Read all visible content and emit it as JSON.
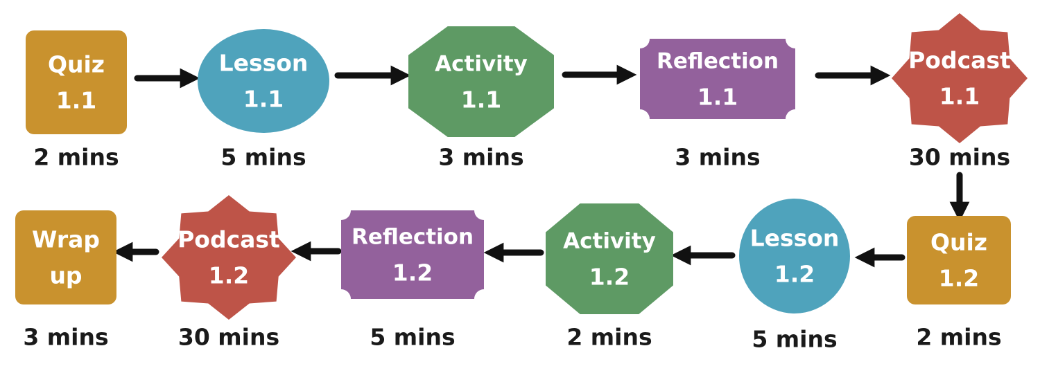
{
  "colors": {
    "quiz": "#C9922E",
    "lesson": "#4FA3BC",
    "activity": "#5E9A64",
    "reflection": "#93619C",
    "podcast": "#BE5448",
    "arrow": "#111111"
  },
  "nodes": [
    {
      "id": "quiz-1-1",
      "shape": "rounded-square",
      "color_key": "quiz",
      "line1": "Quiz",
      "line2": "1.1",
      "duration": "2 mins"
    },
    {
      "id": "lesson-1-1",
      "shape": "ellipse",
      "color_key": "lesson",
      "line1": "Lesson",
      "line2": "1.1",
      "duration": "5 mins"
    },
    {
      "id": "activity-1-1",
      "shape": "octagon",
      "color_key": "activity",
      "line1": "Activity",
      "line2": "1.1",
      "duration": "3 mins"
    },
    {
      "id": "reflection-1-1",
      "shape": "notched-rect",
      "color_key": "reflection",
      "line1": "Reflection",
      "line2": "1.1",
      "duration": "3 mins"
    },
    {
      "id": "podcast-1-1",
      "shape": "star8",
      "color_key": "podcast",
      "line1": "Podcast",
      "line2": "1.1",
      "duration": "30 mins"
    },
    {
      "id": "quiz-1-2",
      "shape": "rounded-square",
      "color_key": "quiz",
      "line1": "Quiz",
      "line2": "1.2",
      "duration": "2 mins"
    },
    {
      "id": "lesson-1-2",
      "shape": "ellipse",
      "color_key": "lesson",
      "line1": "Lesson",
      "line2": "1.2",
      "duration": "5 mins"
    },
    {
      "id": "activity-1-2",
      "shape": "octagon",
      "color_key": "activity",
      "line1": "Activity",
      "line2": "1.2",
      "duration": "2 mins"
    },
    {
      "id": "reflection-1-2",
      "shape": "notched-rect",
      "color_key": "reflection",
      "line1": "Reflection",
      "line2": "1.2",
      "duration": "5 mins"
    },
    {
      "id": "podcast-1-2",
      "shape": "star8",
      "color_key": "podcast",
      "line1": "Podcast",
      "line2": "1.2",
      "duration": "30 mins"
    },
    {
      "id": "wrap-up",
      "shape": "rounded-square",
      "color_key": "quiz",
      "line1": "Wrap",
      "line2": "up",
      "duration": "3 mins"
    }
  ],
  "edges": [
    {
      "from": "quiz-1-1",
      "to": "lesson-1-1"
    },
    {
      "from": "lesson-1-1",
      "to": "activity-1-1"
    },
    {
      "from": "activity-1-1",
      "to": "reflection-1-1"
    },
    {
      "from": "reflection-1-1",
      "to": "podcast-1-1"
    },
    {
      "from": "podcast-1-1",
      "to": "quiz-1-2"
    },
    {
      "from": "quiz-1-2",
      "to": "lesson-1-2"
    },
    {
      "from": "lesson-1-2",
      "to": "activity-1-2"
    },
    {
      "from": "activity-1-2",
      "to": "reflection-1-2"
    },
    {
      "from": "reflection-1-2",
      "to": "podcast-1-2"
    },
    {
      "from": "podcast-1-2",
      "to": "wrap-up"
    }
  ]
}
